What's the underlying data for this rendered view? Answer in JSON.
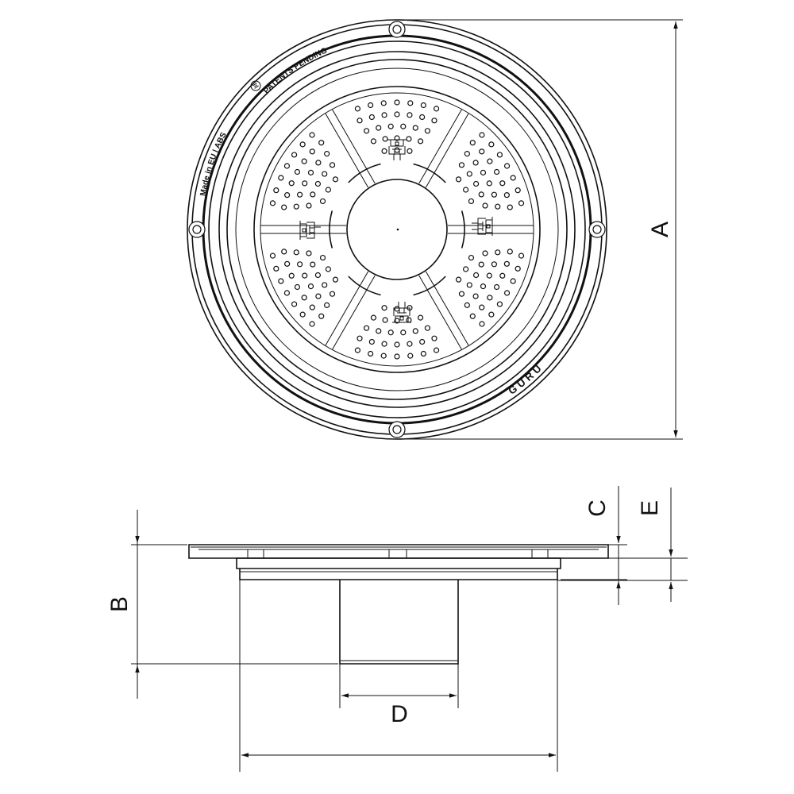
{
  "dimensions": {
    "A": "A",
    "B": "B",
    "C": "C",
    "D": "D",
    "E": "E"
  },
  "rim_text": {
    "patents": "PATENTS PENDING",
    "made_in": "Made in EU | ABS",
    "brand": "GURU"
  }
}
